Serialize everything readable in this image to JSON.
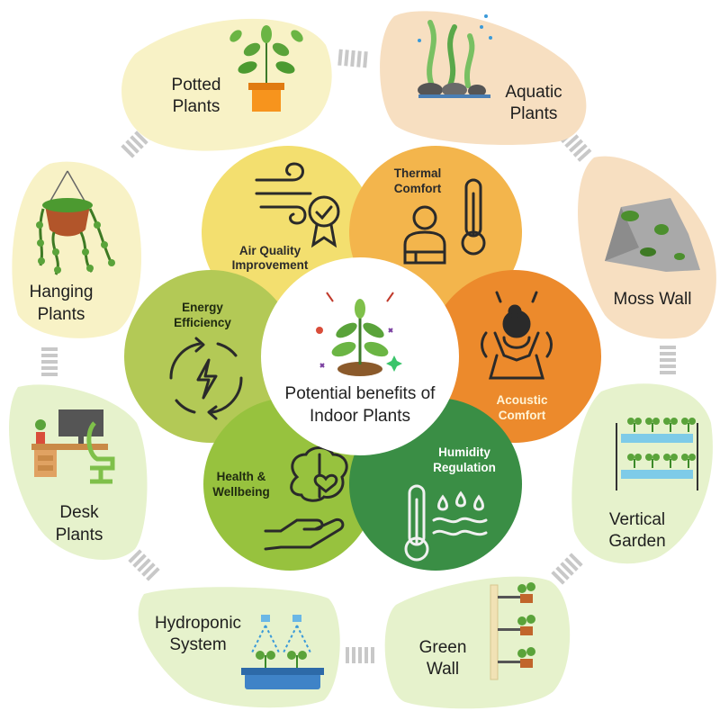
{
  "center": {
    "line1": "Potential benefits of",
    "line2": "Indoor Plants"
  },
  "benefits": [
    {
      "line1": "Air Quality",
      "line2": "Improvement",
      "fill": "#f3df6f",
      "text_color": "#2b2b2b",
      "icon": "wind-certified-icon"
    },
    {
      "line1": "Thermal",
      "line2": "Comfort",
      "fill": "#f3b54c",
      "text_color": "#2b2b2b",
      "icon": "person-thermometer-icon"
    },
    {
      "line1": "Acoustic",
      "line2": "Comfort",
      "fill": "#ec8a2c",
      "text_color": "#fff4d6",
      "icon": "noise-person-icon"
    },
    {
      "line1": "Humidity",
      "line2": "Regulation",
      "fill": "#3a8e45",
      "text_color": "#ffffff",
      "icon": "thermometer-water-icon"
    },
    {
      "line1": "Health &",
      "line2": "Wellbeing",
      "fill": "#97c23e",
      "text_color": "#1f2a10",
      "icon": "brain-heart-hand-icon"
    },
    {
      "line1": "Energy",
      "line2": "Efficiency",
      "fill": "#b3c956",
      "text_color": "#1f2a10",
      "icon": "energy-cycle-icon"
    }
  ],
  "plant_types": [
    {
      "line1": "Potted",
      "line2": "Plants",
      "fill": "#f8f2c6",
      "icon": "potted-plant-icon"
    },
    {
      "line1": "Aquatic",
      "line2": "Plants",
      "fill": "#f7dfc1",
      "icon": "aquatic-plant-icon"
    },
    {
      "line1": "Moss Wall",
      "line2": "",
      "fill": "#f7dfc1",
      "icon": "moss-rock-icon"
    },
    {
      "line1": "Vertical",
      "line2": "Garden",
      "fill": "#e6f2cc",
      "icon": "vertical-garden-icon"
    },
    {
      "line1": "Green",
      "line2": "Wall",
      "fill": "#e6f2cc",
      "icon": "green-wall-icon"
    },
    {
      "line1": "Hydroponic",
      "line2": "System",
      "fill": "#e6f2cc",
      "icon": "hydroponic-icon"
    },
    {
      "line1": "Desk",
      "line2": "Plants",
      "fill": "#e6f2cc",
      "icon": "desk-plant-icon"
    },
    {
      "line1": "Hanging",
      "line2": "Plants",
      "fill": "#f8f2c6",
      "icon": "hanging-plant-icon"
    }
  ],
  "colors": {
    "connector": "#c8c8c8",
    "icon_stroke": "#2a2a2a",
    "plant_green": "#4caf50"
  }
}
